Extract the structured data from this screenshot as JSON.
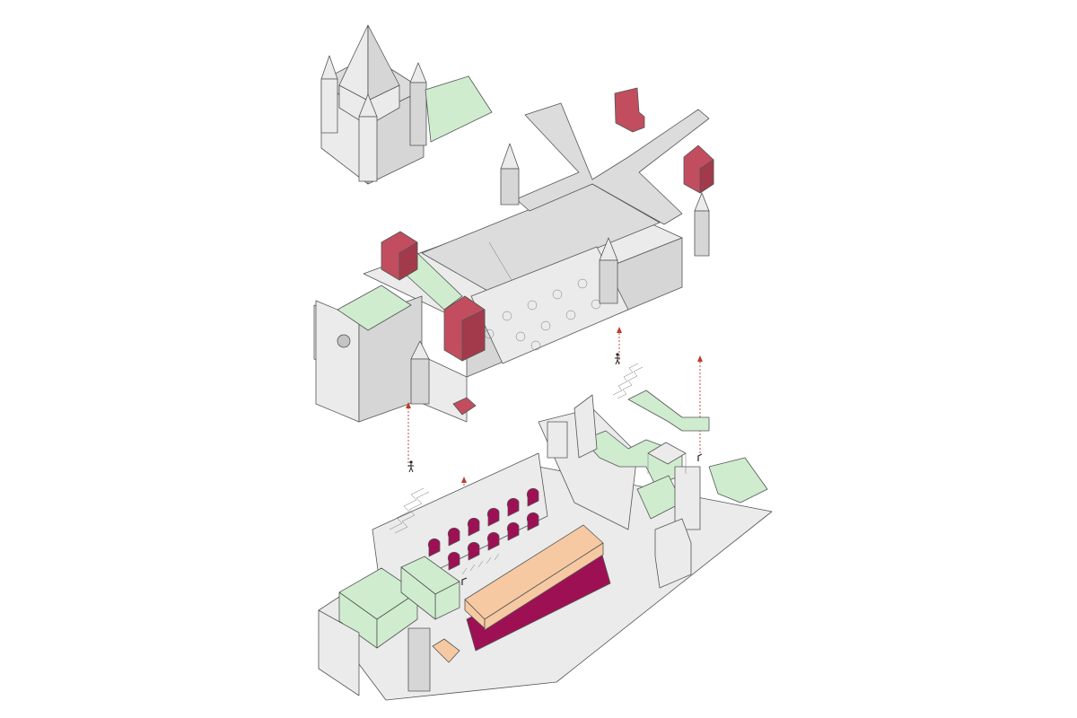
{
  "palette": {
    "stone": "#ebebeb",
    "stone_dark": "#d6d6d6",
    "stone_shadow": "#c4c4c4",
    "roof": "#dcdcdc",
    "green": "#cfeccf",
    "red": "#c24d5f",
    "red_dark": "#a33a4b",
    "magenta": "#9e1054",
    "peach": "#f6c9a2",
    "arrow": "#c0392b"
  },
  "figure": {
    "exploded_layers": [
      "dome-building",
      "upper-cathedral-level",
      "lower-ruin-level"
    ],
    "connectors": 4
  }
}
